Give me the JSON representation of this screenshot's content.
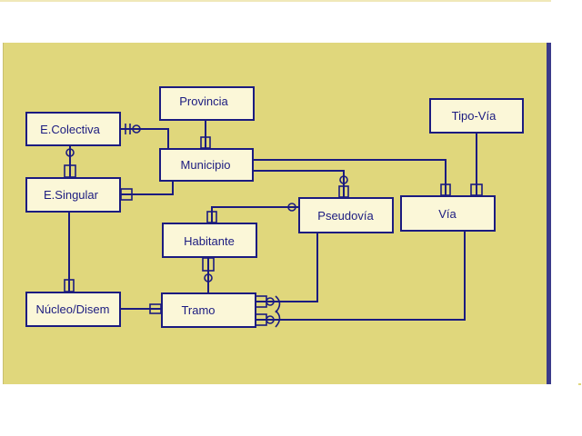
{
  "diagram": {
    "entities": [
      {
        "id": "provincia",
        "label": "Provincia"
      },
      {
        "id": "municipio",
        "label": "Municipio"
      },
      {
        "id": "e_colectiva",
        "label": "E.Colectiva"
      },
      {
        "id": "e_singular",
        "label": "E.Singular"
      },
      {
        "id": "tipo_via",
        "label": "Tipo-Vía"
      },
      {
        "id": "via",
        "label": "Vía"
      },
      {
        "id": "pseudovia",
        "label": "Pseudovía"
      },
      {
        "id": "habitante",
        "label": "Habitante"
      },
      {
        "id": "nucleo_disem",
        "label": "Núcleo/Disem"
      },
      {
        "id": "tramo",
        "label": "Tramo"
      }
    ],
    "colors": {
      "background": "#e0d77c",
      "entity_fill": "#fbf7d8",
      "ink": "#1b1b80",
      "frame": "#3a3a8a"
    }
  }
}
